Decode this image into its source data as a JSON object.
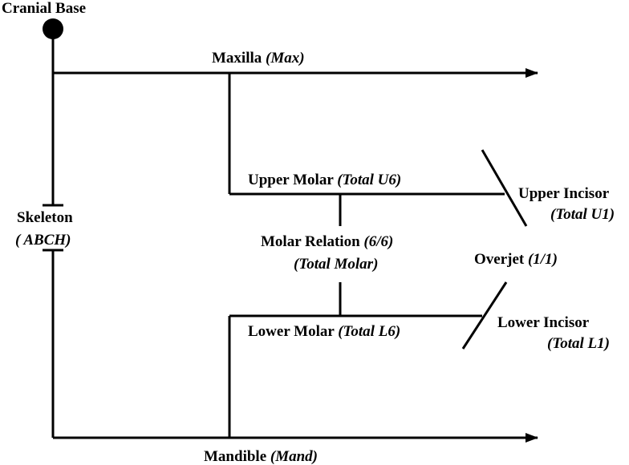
{
  "labels": {
    "cranial_base": "Cranial Base",
    "maxilla": "Maxilla",
    "maxilla_abbr": "(Max)",
    "upper_molar": "Upper Molar",
    "upper_molar_total": "(Total U6)",
    "upper_incisor": "Upper Incisor",
    "upper_incisor_total": "(Total U1)",
    "skeleton": "Skeleton",
    "skeleton_abbr": "( ABCH)",
    "molar_relation": "Molar Relation",
    "molar_relation_ratio": "(6/6)",
    "molar_relation_total": "(Total Molar)",
    "overjet": "Overjet",
    "overjet_ratio": "(1/1)",
    "lower_molar": "Lower Molar",
    "lower_molar_total": "(Total L6)",
    "lower_incisor": "Lower Incisor",
    "lower_incisor_total": "(Total L1)",
    "mandible": "Mandible",
    "mandible_abbr": "(Mand)"
  },
  "colors": {
    "line": "#000000",
    "background": "#ffffff"
  }
}
